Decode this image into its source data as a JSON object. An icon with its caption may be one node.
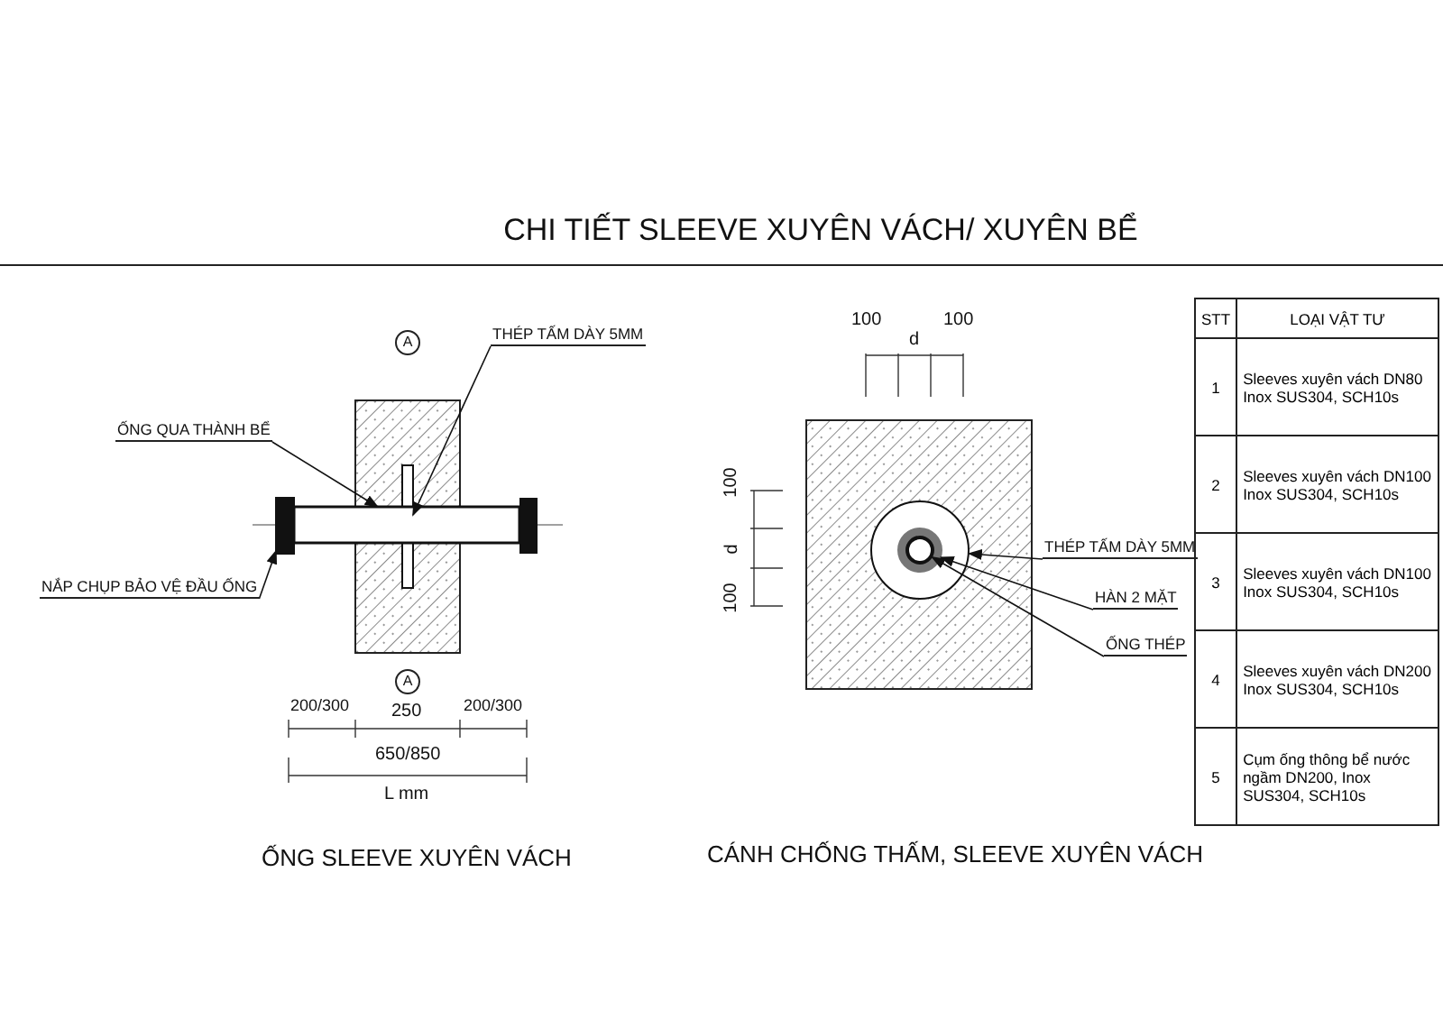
{
  "diagram": {
    "title": "CHI TIẾT SLEEVE XUYÊN VÁCH/ XUYÊN BỂ",
    "nodes": [
      {
        "text": [
          "THÉP TẤM DÀY 5MM"
        ]
      },
      {
        "text": [],
        "shape": "bar"
      },
      {
        "text": [
          "ỐNG QUA THÀNH BỂ"
        ]
      },
      {
        "text": [],
        "shape": "bar"
      },
      {
        "text": [
          "NẮP CHỤP BẢO VỆ ĐẦU ỐNG"
        ]
      },
      {
        "text": [],
        "shape": "box"
      },
      {
        "text": [
          "THÉP TẤM DÀY 5MM"
        ]
      },
      {
        "text": [],
        "shape": "circle"
      },
      {
        "text": [
          "HÀN 2 MẶT"
        ]
      },
      {
        "text": [],
        "shape": "circle",
        "in": 7
      },
      {
        "text": [
          "ỐNG THÉP"
        ]
      },
      {
        "text": [],
        "shape": "circle",
        "in": 9
      }
    ],
    "edges": [
      {
        "from": 0,
        "to": 1,
        "arrow": "to"
      },
      {
        "from": 2,
        "to": 3,
        "arrow": "to"
      },
      {
        "from": 4,
        "to": 5,
        "arrow": "to"
      },
      {
        "from": 6,
        "to": 7,
        "arrow": "to"
      },
      {
        "from": 8,
        "to": 9,
        "arrow": "to"
      },
      {
        "from": 10,
        "to": 11,
        "arrow": "to"
      }
    ],
    "labels": [
      "A",
      "A",
      "200/300",
      "250",
      "200/300",
      "650/850",
      "L mm",
      "ỐNG SLEEVE XUYÊN VÁCH",
      "100",
      "d",
      "100",
      "100",
      "d",
      "100",
      "CÁNH CHỐNG THẤM, SLEEVE XUYÊN VÁCH",
      "STT",
      "LOẠI VẬT TƯ",
      "1",
      "Sleeves xuyên vách DN80 Inox SUS304, SCH10s",
      "2",
      "Sleeves xuyên vách DN100 Inox SUS304, SCH10s",
      "3",
      "Sleeves xuyên vách DN100 Inox SUS304, SCH10s",
      "4",
      "Sleeves xuyên vách DN200 Inox SUS304, SCH10s",
      "5",
      "Cụm ống thông bể nước ngầm DN200, Inox SUS304, SCH10s"
    ]
  }
}
